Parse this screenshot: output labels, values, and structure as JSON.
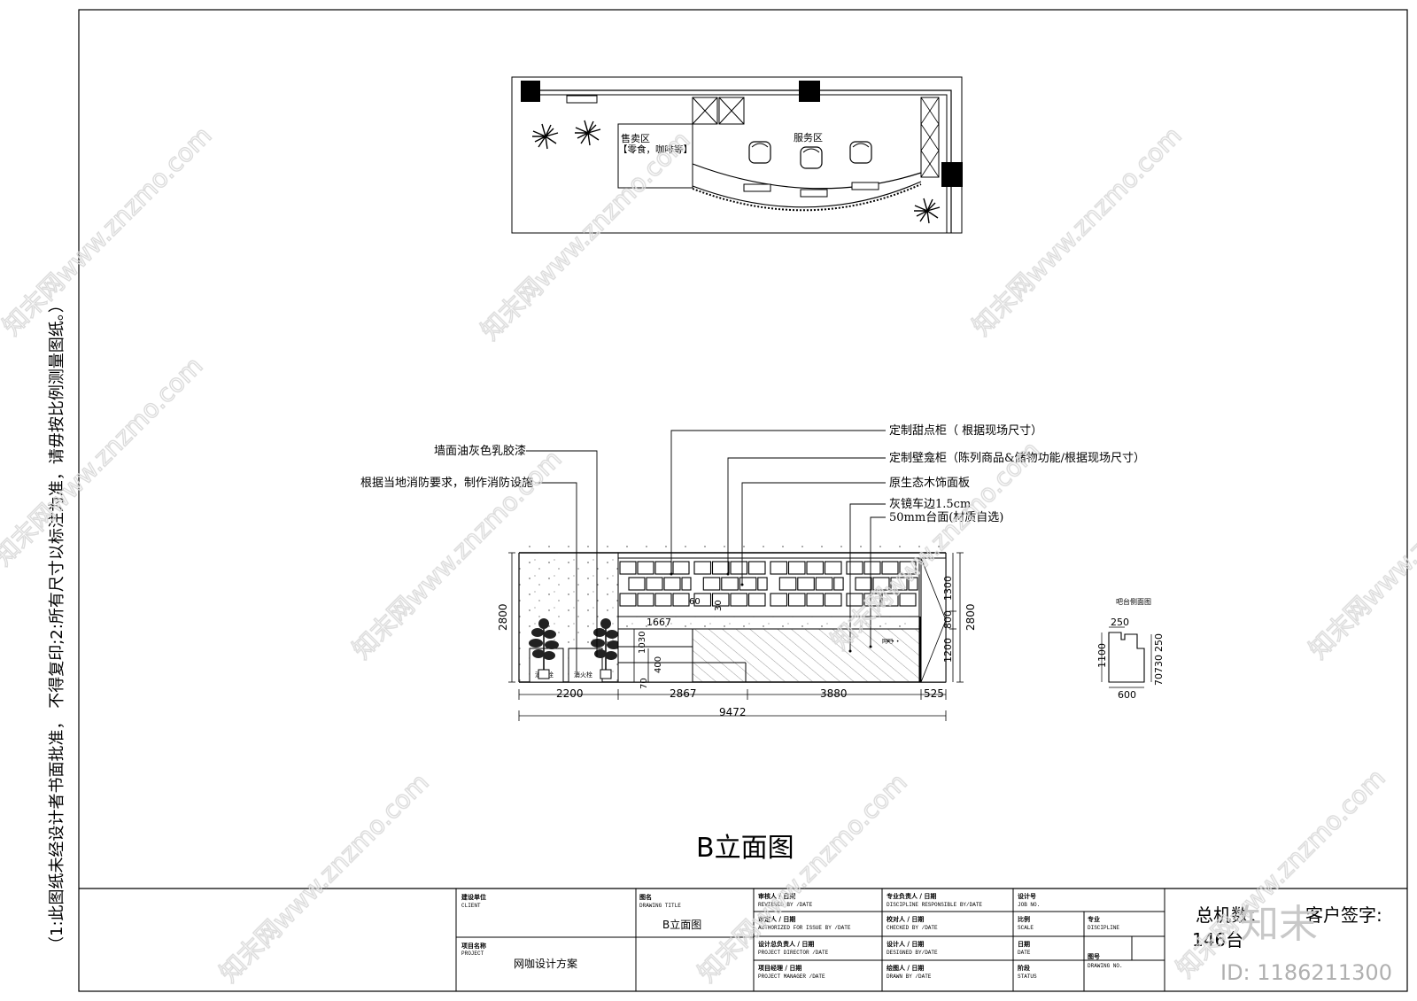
{
  "side_note": "（1:此图纸未经设计者书面批准， 不得复印;2:所有尺寸以标注为准，请毋按比例测量图纸。）",
  "plan": {
    "sales_area": "售卖区",
    "sales_goods": "【零食，咖啡等】",
    "service_area": "服务区"
  },
  "elevation": {
    "callouts": [
      "定制甜点柜（ 根据现场尺寸）",
      "定制壁龛柜（陈列商品&储物功能/根据现场尺寸）",
      "原生态木饰面板",
      "灰镜车边1.5cm",
      "50mm台面(材质自选)",
      "墙面油灰色乳胶漆",
      "根据当地消防要求，制作消防设施"
    ],
    "hydrant": "消火栓",
    "small_label": "网吧",
    "dims": {
      "height_left": "2800",
      "height_right": "2800",
      "r1300": "1300",
      "r800": "800",
      "r1200": "1200",
      "d1667": "1667",
      "d60": "60",
      "d30": "30",
      "d1030": "1030",
      "d400": "400",
      "d70": "70",
      "w2200": "2200",
      "w2867": "2867",
      "w3880": "3880",
      "w525": "525",
      "total": "9472"
    }
  },
  "side_detail": {
    "title": "吧台侧面图",
    "d250": "250",
    "d1100": "1100",
    "d600": "600",
    "r250": "250",
    "r730": "730",
    "r70": "70"
  },
  "drawing_title": "B立面图",
  "title_block": {
    "client_label": "建设单位",
    "client_en": "CLIENT",
    "project_label": "项目名称",
    "project_en": "PROJECT",
    "project_name": "网咖设计方案",
    "drawing_title_label": "图名",
    "drawing_title_en": "DRAWING TITLE",
    "drawing_title_value": "B立面图",
    "reviewed": "审核人 / 日期",
    "reviewed_en": "REVIEWED BY /DATE",
    "authorized": "审定人 / 日期",
    "authorized_en": "AUTHORIZED FOR ISSUE BY /DATE",
    "director": "设计总负责人 / 日期",
    "director_en": "PROJECT DIRECTOR /DATE",
    "manager": "项目经理 / 日期",
    "manager_en": "PROJECT MANAGER /DATE",
    "discipline_resp": "专业负责人 / 日期",
    "discipline_resp_en": "DISCIPLINE RESPONSIBLE BY/DATE",
    "checked": "校对人 / 日期",
    "checked_en": "CHECKED BY /DATE",
    "designed": "设计人 / 日期",
    "designed_en": "DESIGNED BY/DATE",
    "drawn": "绘图人 / 日期",
    "drawn_en": "DRAWN BY /DATE",
    "job_no": "设计号",
    "job_no_en": "JOB NO.",
    "scale": "比例",
    "scale_en": "SCALE",
    "discipline": "专业",
    "discipline_en": "DISCIPLINE",
    "date": "日期",
    "date_en": "DATE",
    "status": "阶段",
    "status_en": "STATUS",
    "drawing_no": "图号",
    "drawing_no_en": "DRAWING NO.",
    "machines": "总机数：",
    "machines_value": "146台",
    "client_sign": "客户签字:"
  },
  "watermark": {
    "site": "知末网www.znzmo.com",
    "brand": "知末",
    "id": "ID: 1186211300"
  }
}
